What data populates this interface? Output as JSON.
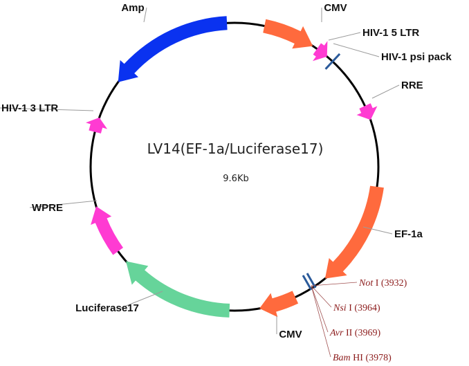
{
  "plasmid": {
    "name": "LV14(EF-1a/Luciferase17)",
    "size": "9.6Kb",
    "colors": {
      "backbone": "#000000",
      "promoter": "#ff6a3d",
      "ltr": "#ff3bd2",
      "resistance": "#0a32f0",
      "reporter": "#66d49a",
      "site_mark": "#2a5a9a",
      "site_text": "#8b1a1a"
    },
    "features": [
      {
        "id": "amp",
        "label": "Amp",
        "color": "resistance"
      },
      {
        "id": "cmv1",
        "label": "CMV",
        "color": "promoter"
      },
      {
        "id": "ltr5",
        "label": "HIV-1 5 LTR",
        "color": "ltr"
      },
      {
        "id": "psi",
        "label": "HIV-1 psi pack",
        "color": "site_mark"
      },
      {
        "id": "rre",
        "label": "RRE",
        "color": "ltr"
      },
      {
        "id": "ef1a",
        "label": "EF-1a",
        "color": "promoter"
      },
      {
        "id": "cmv2",
        "label": "CMV",
        "color": "promoter"
      },
      {
        "id": "luc",
        "label": "Luciferase17",
        "color": "reporter"
      },
      {
        "id": "wpre",
        "label": "WPRE",
        "color": "ltr"
      },
      {
        "id": "ltr3",
        "label": "HIV-1 3 LTR",
        "color": "ltr"
      }
    ],
    "sites": [
      {
        "enzyme": "Not",
        "suffix": " I",
        "position": "(3932)"
      },
      {
        "enzyme": "Nsi",
        "suffix": " I",
        "position": "(3964)"
      },
      {
        "enzyme": "Avr",
        "suffix": " II",
        "position": "(3969)"
      },
      {
        "enzyme": "Bam",
        "suffix": " HI",
        "position": "(3978)"
      }
    ]
  }
}
